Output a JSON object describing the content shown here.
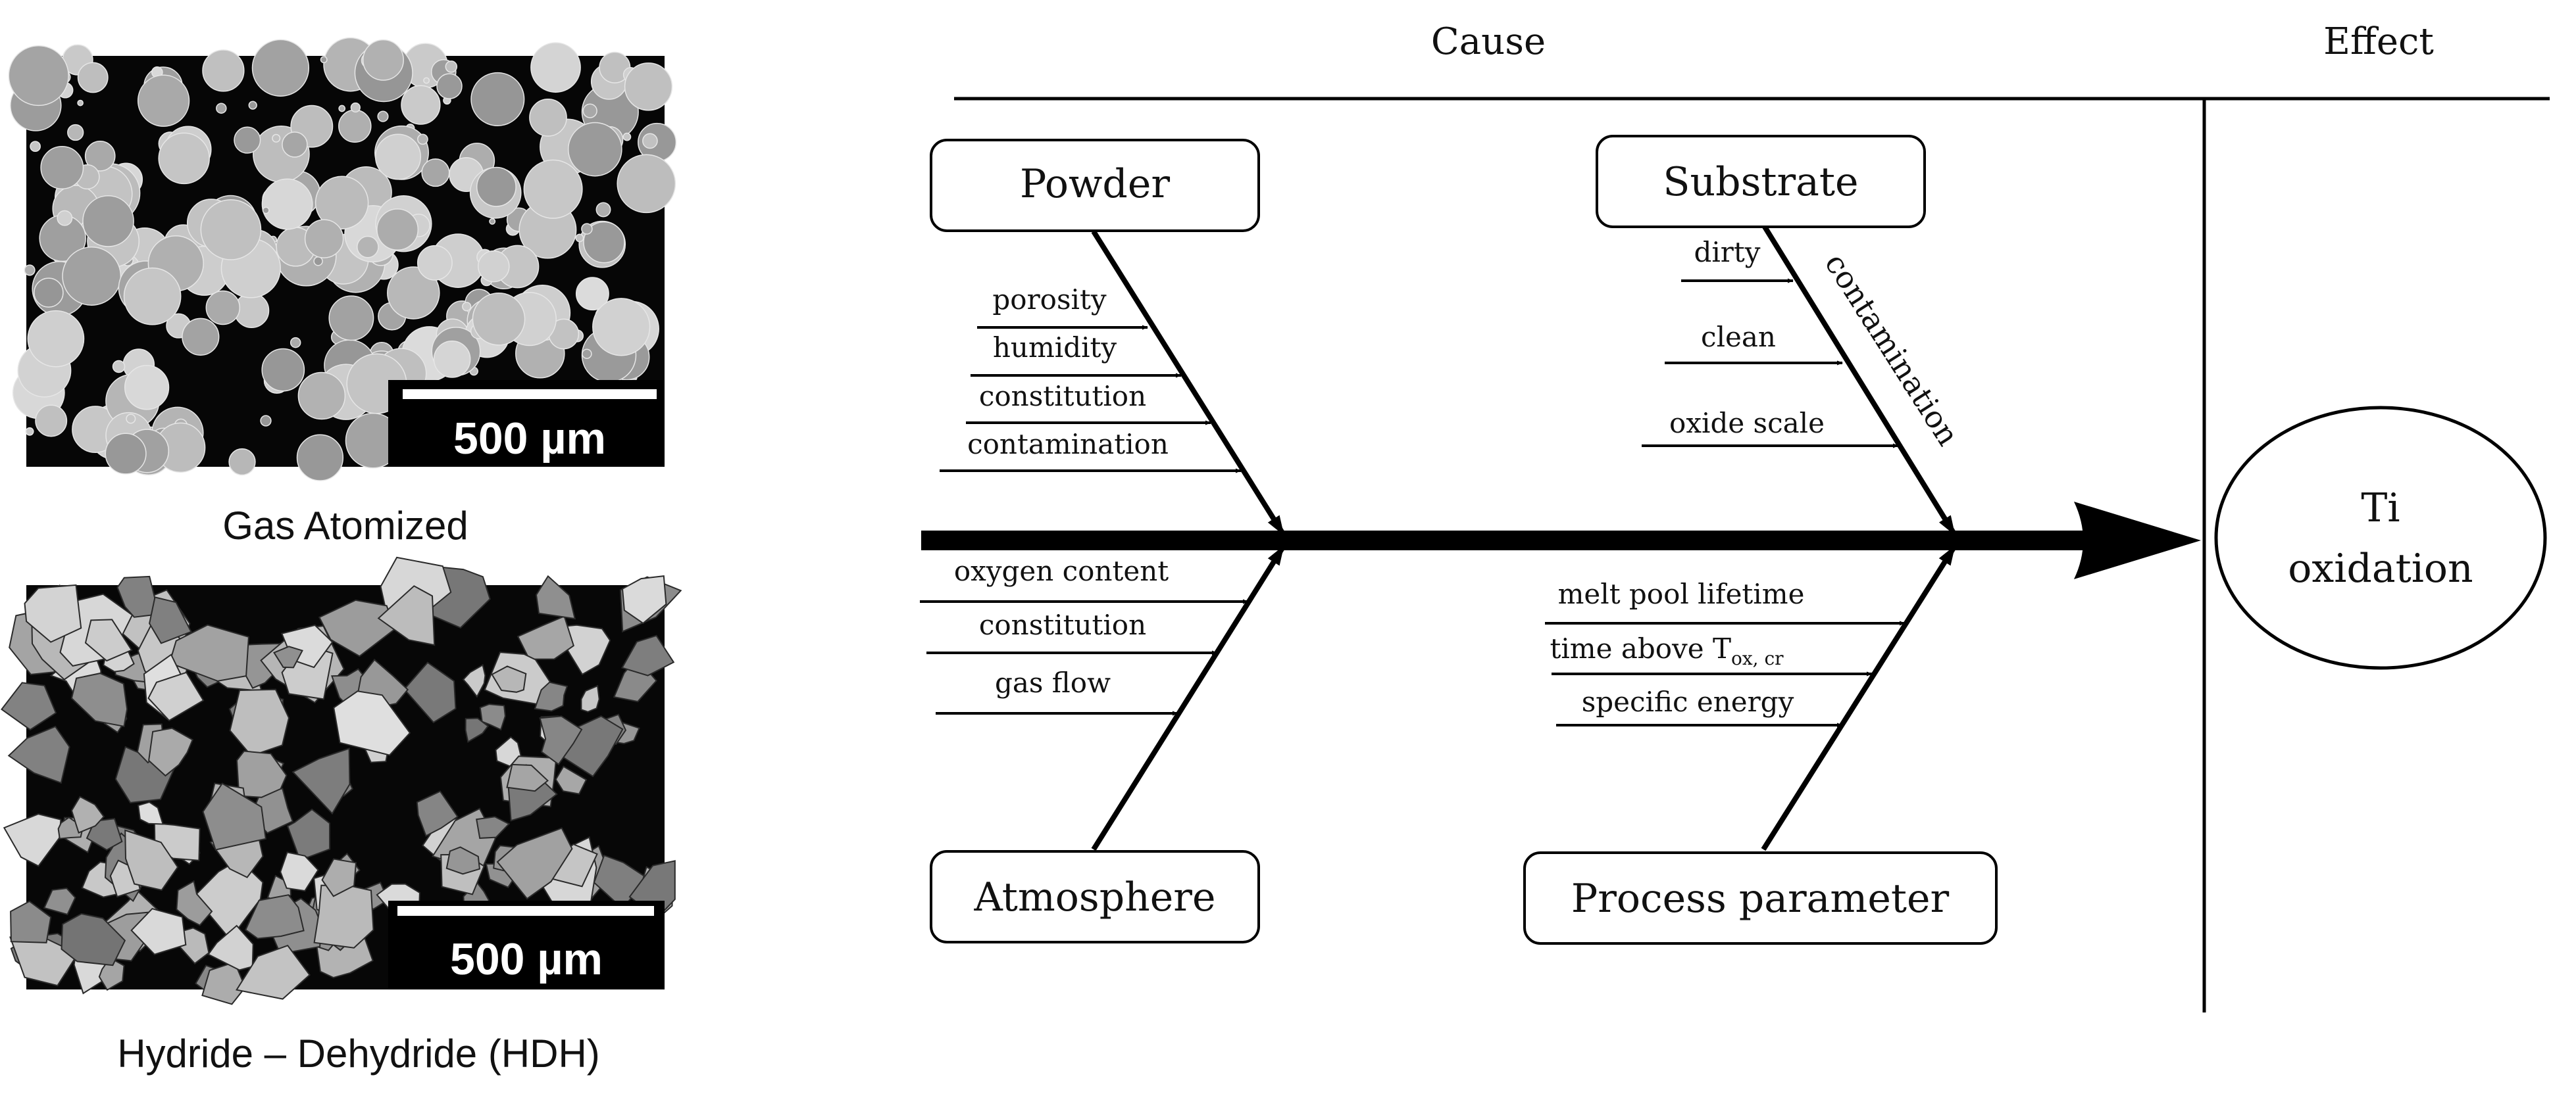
{
  "micrographs": [
    {
      "caption": "Gas Atomized",
      "scale_label": "500 µm",
      "particle_shape": "spherical"
    },
    {
      "caption": "Hydride – Dehydride (HDH)",
      "scale_label": "500 µm",
      "particle_shape": "angular"
    }
  ],
  "diagram": {
    "header_cause": "Cause",
    "header_effect": "Effect",
    "effect": [
      "Ti",
      "oxidation"
    ],
    "categories": {
      "powder": {
        "label": "Powder",
        "causes": [
          "porosity",
          "humidity",
          "constitution",
          "contamination"
        ]
      },
      "substrate": {
        "label": "Substrate",
        "branch_label": "contamination",
        "causes": [
          "dirty",
          "clean",
          "oxide scale"
        ]
      },
      "atmosphere": {
        "label": "Atmosphere",
        "causes": [
          "oxygen content",
          "constitution",
          "gas flow"
        ]
      },
      "process": {
        "label": "Process parameter",
        "causes": [
          "melt pool lifetime",
          "time above T",
          "specific energy"
        ],
        "time_subscript": "ox, cr"
      }
    }
  }
}
